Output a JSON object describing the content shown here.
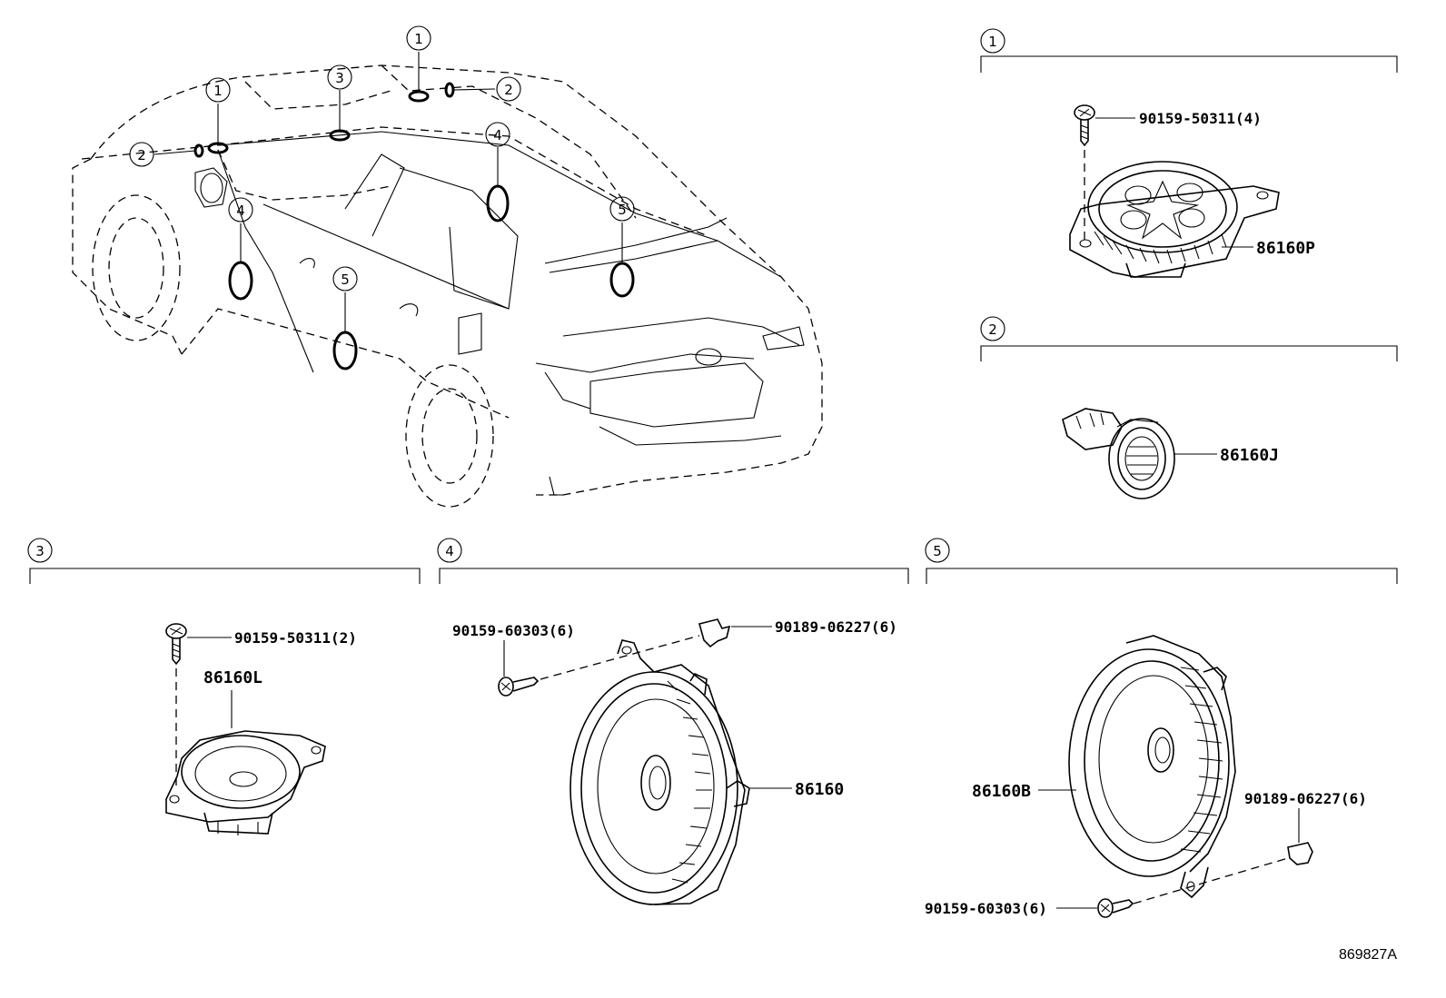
{
  "sections": [
    {
      "num": "1",
      "parts": [
        {
          "code": "90159-50311(4)"
        },
        {
          "code": "86160P"
        }
      ]
    },
    {
      "num": "2",
      "parts": [
        {
          "code": "86160J"
        }
      ]
    },
    {
      "num": "3",
      "parts": [
        {
          "code": "90159-50311(2)"
        },
        {
          "code": "86160L"
        }
      ]
    },
    {
      "num": "4",
      "parts": [
        {
          "code": "90159-60303(6)"
        },
        {
          "code": "90189-06227(6)"
        },
        {
          "code": "86160"
        }
      ]
    },
    {
      "num": "5",
      "parts": [
        {
          "code": "86160B"
        },
        {
          "code": "90189-06227(6)"
        },
        {
          "code": "90159-60303(6)"
        }
      ]
    }
  ],
  "car_callouts": [
    "1",
    "1",
    "2",
    "2",
    "3",
    "4",
    "4",
    "5",
    "5"
  ],
  "reference": "869827A"
}
